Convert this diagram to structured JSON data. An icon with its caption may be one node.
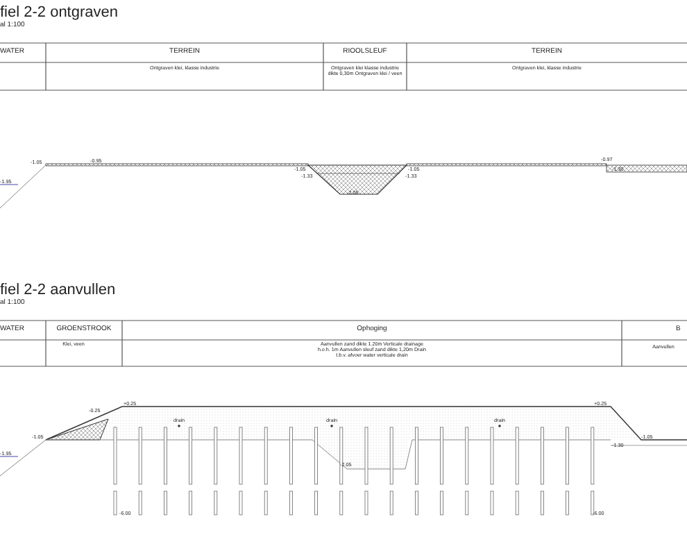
{
  "diagram": {
    "labels": [
      "fiel 2-2 ontgraven",
      "al 1:100",
      "WATER",
      "TERREIN",
      "RIOOLSLEUF",
      "TERREIN",
      "Ontgraven klei, klasse industrie",
      "Ontgraven klei klasse industrie dikte 0,30m Ontgraven klei / veen",
      "Ontgraven klei, klasse industrie",
      "-1.05",
      "-0.95",
      "-1.95",
      "-1.05",
      "-1.05",
      "-1.33",
      "-1.33",
      "-2.05",
      "-0.97",
      "-1.30",
      "fiel 2-2 aanvullen",
      "al 1:100",
      "WATER",
      "GROENSTROOK",
      "Ophoging",
      "B",
      "Klei, veen",
      "Aanvullen zand dikte 1.20m Verticale drainage h.o.h. 1m Aanvullen sleuf zand dikte 1,20m Drain t.b.v. afvoer water verticale drain",
      "Aanvullen",
      "-0.25",
      "+0.25",
      "-1.05",
      "-1.95",
      "drain",
      "drain",
      "drain",
      "-6.00",
      "-2.05",
      "+0.25",
      "-1.05",
      "-1.30",
      "-6.00"
    ]
  }
}
